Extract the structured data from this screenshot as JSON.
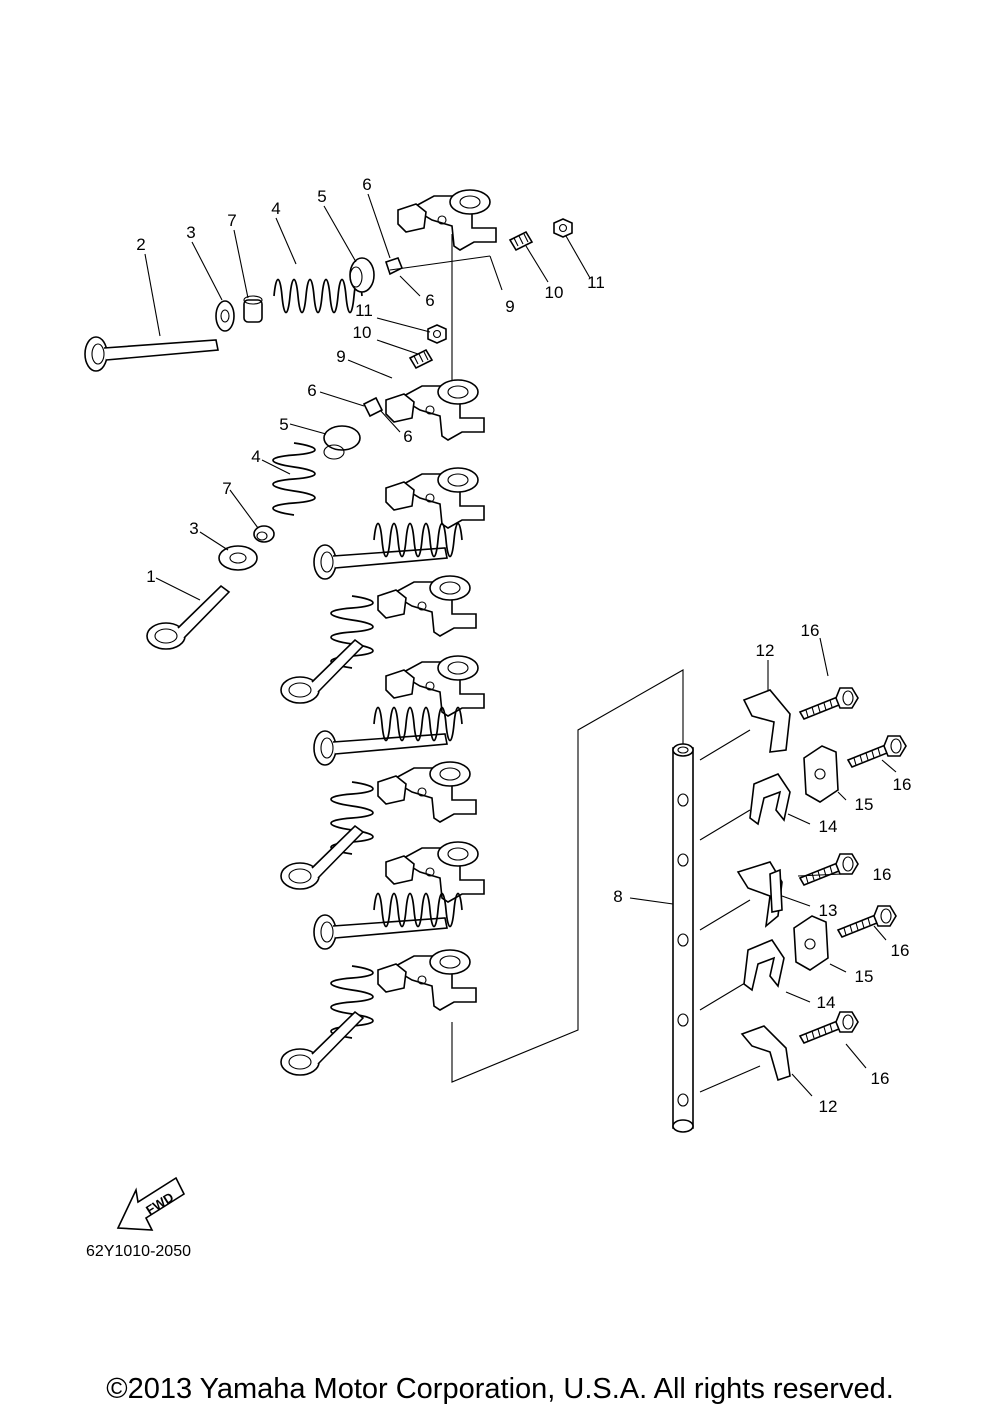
{
  "diagram_code": "62Y1010-2050",
  "fwd_label": "FWD",
  "copyright": "©2013 Yamaha Motor Corporation, U.S.A. All rights reserved.",
  "callouts": [
    "1",
    "2",
    "3",
    "4",
    "5",
    "6",
    "7",
    "8",
    "9",
    "10",
    "11",
    "12",
    "13",
    "14",
    "15",
    "16"
  ]
}
